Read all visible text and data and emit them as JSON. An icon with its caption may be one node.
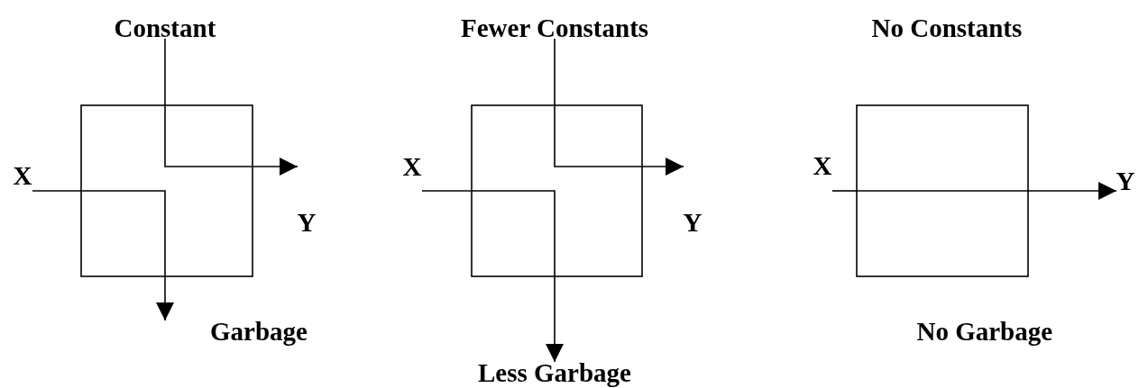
{
  "diagram": {
    "nodes": [
      {
        "text": [
          "Constant"
        ]
      },
      {
        "text": [],
        "shape": "box"
      },
      {
        "text": [
          "X"
        ]
      },
      {
        "text": [
          "Y"
        ]
      },
      {
        "text": [
          "Garbage"
        ]
      },
      {
        "text": [
          "Fewer Constants"
        ]
      },
      {
        "text": [],
        "shape": "box"
      },
      {
        "text": [
          "X"
        ]
      },
      {
        "text": [
          "Y"
        ]
      },
      {
        "text": [
          "Less Garbage"
        ]
      },
      {
        "text": [],
        "shape": "box"
      },
      {
        "text": [
          "X"
        ]
      },
      {
        "text": [
          "Y"
        ]
      }
    ],
    "edges": [
      {
        "from": 0,
        "to": 1,
        "arrow": "none"
      },
      {
        "from": 1,
        "to": 3,
        "arrow": "to"
      },
      {
        "from": 2,
        "to": 1,
        "arrow": "none"
      },
      {
        "from": 1,
        "to": 4,
        "arrow": "to"
      },
      {
        "from": 5,
        "to": 6,
        "arrow": "none"
      },
      {
        "from": 6,
        "to": 8,
        "arrow": "to"
      },
      {
        "from": 7,
        "to": 6,
        "arrow": "none"
      },
      {
        "from": 6,
        "to": 9,
        "arrow": "to"
      },
      {
        "from": 11,
        "to": 10,
        "arrow": "none"
      },
      {
        "from": 10,
        "to": 12,
        "arrow": "to"
      }
    ],
    "labels": [
      "No Constants",
      "No Garbage"
    ]
  }
}
